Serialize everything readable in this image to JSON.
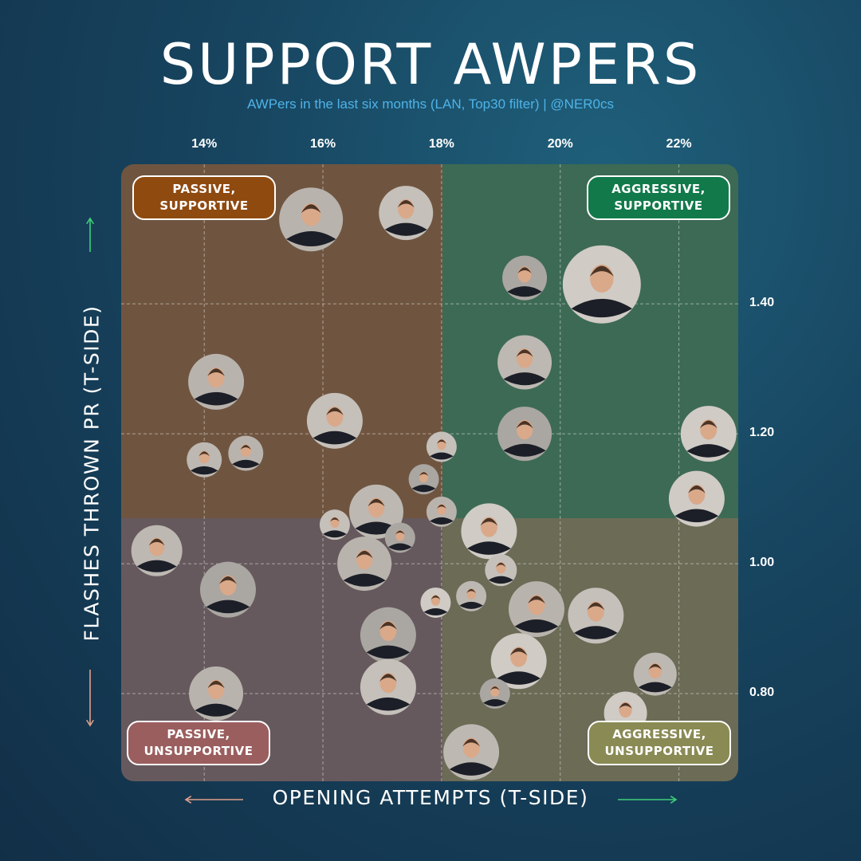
{
  "title": "SUPPORT AWPERS",
  "subtitle": "AWPers in the last six months (LAN, Top30 filter) | @NER0cs",
  "quadrant_labels": {
    "top_left": "PASSIVE,\nSUPPORTIVE",
    "top_right": "AGGRESSIVE,\nSUPPORTIVE",
    "bottom_left": "PASSIVE,\nUNSUPPORTIVE",
    "bottom_right": "AGGRESSIVE,\nUNSUPPORTIVE"
  },
  "colors": {
    "background": "#17445f",
    "subtitle": "#4fb3e8",
    "quadrant_top_left": "#6f5540",
    "quadrant_top_right": "#3d6a55",
    "quadrant_bottom_left": "#66595d",
    "quadrant_bottom_right": "#6b6b56",
    "label_top_left": "#8f4a10",
    "label_top_right": "#127a4a",
    "label_bottom_left": "#9a5e5e",
    "label_bottom_right": "#8a8a55",
    "arrow_positive": "#3fcf7a",
    "arrow_negative": "#e0a08a"
  },
  "chart_data": {
    "type": "scatter",
    "xlabel": "OPENING ATTEMPTS (T-SIDE)",
    "ylabel": "FLASHES THROWN PR (T-SIDE)",
    "x_ticks": [
      "14%",
      "16%",
      "18%",
      "20%",
      "22%"
    ],
    "y_ticks": [
      "1.40",
      "1.20",
      "1.00",
      "0.80"
    ],
    "x_tick_values": [
      14,
      16,
      18,
      20,
      22
    ],
    "y_tick_values": [
      1.4,
      1.2,
      1.0,
      0.8
    ],
    "xlim": [
      12.6,
      23.0
    ],
    "ylim": [
      0.665,
      1.615
    ],
    "x_divider": 18.0,
    "y_divider": 1.055,
    "grid": true,
    "point_marker": "player-photo-circle",
    "points": [
      {
        "x": 15.8,
        "y": 1.53,
        "size": 40
      },
      {
        "x": 17.4,
        "y": 1.54,
        "size": 34
      },
      {
        "x": 19.4,
        "y": 1.44,
        "size": 28
      },
      {
        "x": 20.7,
        "y": 1.43,
        "size": 49
      },
      {
        "x": 19.4,
        "y": 1.31,
        "size": 34
      },
      {
        "x": 14.2,
        "y": 1.28,
        "size": 35
      },
      {
        "x": 16.2,
        "y": 1.22,
        "size": 35
      },
      {
        "x": 19.4,
        "y": 1.2,
        "size": 34
      },
      {
        "x": 22.5,
        "y": 1.2,
        "size": 35
      },
      {
        "x": 14.0,
        "y": 1.16,
        "size": 22
      },
      {
        "x": 14.7,
        "y": 1.17,
        "size": 22
      },
      {
        "x": 18.0,
        "y": 1.18,
        "size": 19
      },
      {
        "x": 17.7,
        "y": 1.13,
        "size": 19
      },
      {
        "x": 22.3,
        "y": 1.1,
        "size": 35
      },
      {
        "x": 16.9,
        "y": 1.08,
        "size": 34
      },
      {
        "x": 18.0,
        "y": 1.08,
        "size": 19
      },
      {
        "x": 16.2,
        "y": 1.06,
        "size": 19
      },
      {
        "x": 17.3,
        "y": 1.04,
        "size": 19
      },
      {
        "x": 18.8,
        "y": 1.05,
        "size": 35
      },
      {
        "x": 13.2,
        "y": 1.02,
        "size": 32
      },
      {
        "x": 16.7,
        "y": 1.0,
        "size": 34
      },
      {
        "x": 19.0,
        "y": 0.99,
        "size": 20
      },
      {
        "x": 14.4,
        "y": 0.96,
        "size": 35
      },
      {
        "x": 17.9,
        "y": 0.94,
        "size": 19
      },
      {
        "x": 18.5,
        "y": 0.95,
        "size": 19
      },
      {
        "x": 19.6,
        "y": 0.93,
        "size": 35
      },
      {
        "x": 20.6,
        "y": 0.92,
        "size": 35
      },
      {
        "x": 17.1,
        "y": 0.89,
        "size": 35
      },
      {
        "x": 19.3,
        "y": 0.85,
        "size": 35
      },
      {
        "x": 21.6,
        "y": 0.83,
        "size": 27
      },
      {
        "x": 14.2,
        "y": 0.8,
        "size": 34
      },
      {
        "x": 17.1,
        "y": 0.81,
        "size": 35
      },
      {
        "x": 18.9,
        "y": 0.8,
        "size": 19
      },
      {
        "x": 21.1,
        "y": 0.77,
        "size": 27
      },
      {
        "x": 18.5,
        "y": 0.71,
        "size": 35
      }
    ]
  }
}
